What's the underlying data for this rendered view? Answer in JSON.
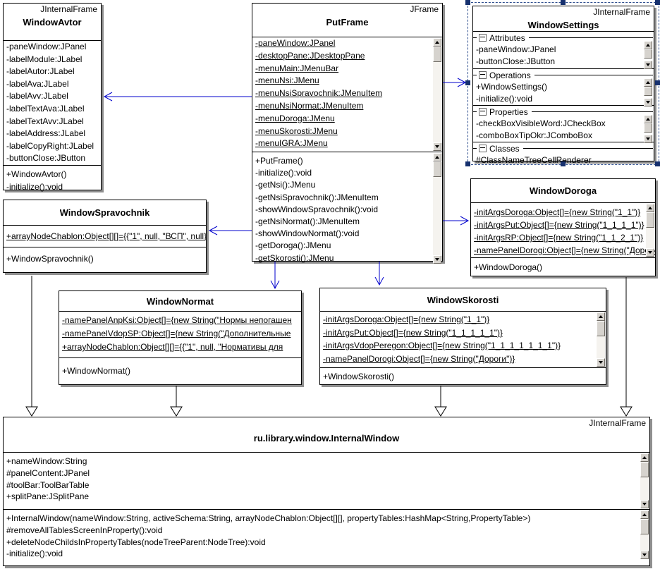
{
  "diagram_type": "uml-class-diagram",
  "colors": {
    "association_arrow": "#0000cc",
    "generalization_arrow": "#000000",
    "selection_handle": "#16306e",
    "selection_border": "#2e4e8e",
    "box_shadow": "#8f8f8f",
    "scrollbar_face": "#d6d3ce"
  },
  "icons": {
    "collapse": "minus-box",
    "scroll_up": "black-up-triangle",
    "scroll_down": "black-down-triangle"
  },
  "classes": {
    "windowAvtor": {
      "stereotype": "JInternalFrame",
      "name": "WindowAvtor",
      "attributes": [
        "-paneWindow:JPanel",
        "-labelModule:JLabel",
        "-labelAutor:JLabel",
        "-labelAva:JLabel",
        "-labelAvv:JLabel",
        "-labelTextAva:JLabel",
        "-labelTextAvv:JLabel",
        "-labelAddress:JLabel",
        "-labelCopyRight:JLabel",
        "-buttonClose:JButton"
      ],
      "methods": [
        "+WindowAvtor()",
        "-initialize():void"
      ]
    },
    "putFrame": {
      "stereotype": "JFrame",
      "name": "PutFrame",
      "attributes": [
        "-paneWindow:JPanel",
        "-desktopPane:JDesktopPane",
        "-menuMain:JMenuBar",
        "-menuNsi:JMenu",
        "-menuNsiSpravochnik:JMenuItem",
        "-menuNsiNormat:JMenuItem",
        "-menuDoroga:JMenu",
        "-menuSkorosti:JMenu",
        "-menuIGRA:JMenu"
      ],
      "methods": [
        "+PutFrame()",
        "-initialize():void",
        "-getNsi():JMenu",
        "-getNsiSpravochnik():JMenuItem",
        "-showWindowSpravochnik():void",
        "-getNsiNormat():JMenuItem",
        "-showWindowNormat():void",
        "-getDoroga():JMenu",
        "-getSkorosti():JMenu"
      ]
    },
    "windowSettings": {
      "stereotype": "JInternalFrame",
      "name": "WindowSettings",
      "groups": [
        {
          "label": "Attributes",
          "items": [
            "-paneWindow:JPanel",
            "-buttonClose:JButton"
          ]
        },
        {
          "label": "Operations",
          "items": [
            "+WindowSettings()",
            "-initialize():void"
          ]
        },
        {
          "label": "Properties",
          "items": [
            "-checkBoxVisibleWord:JCheckBox",
            "-comboBoxTipOkr:JComboBox"
          ]
        },
        {
          "label": "Classes",
          "items": [
            "#ClassNameTreeCellRenderer"
          ]
        }
      ]
    },
    "windowDoroga": {
      "name": "WindowDoroga",
      "attributes": [
        "-initArgsDoroga:Object[]={new String(\"1_1\")}",
        "-initArgsPut:Object[]={new String(\"1_1_1_1\")}",
        "-initArgsRP:Object[]={new String(\"1_1_2_1\")}",
        "-namePanelDorogi:Object[]={new String(\"Дороги\")}"
      ],
      "methods": [
        "+WindowDoroga()"
      ]
    },
    "windowSpravochnik": {
      "name": "WindowSpravochnik",
      "attributes": [
        "+arrayNodeChablon:Object[][]={{\"1\", null, \"ВСП\", null}}"
      ],
      "methods": [
        "+WindowSpravochnik()"
      ]
    },
    "windowNormat": {
      "name": "WindowNormat",
      "attributes": [
        "-namePanelAnpKsi:Object[]={new String(\"Нормы непогашен",
        "-namePanelVdopSP:Object[]={new String(\"Дополнительные",
        "+arrayNodeChablon:Object[][]={{\"1\", null, \"Нормативы для"
      ],
      "methods": [
        "+WindowNormat()"
      ]
    },
    "windowSkorosti": {
      "name": "WindowSkorosti",
      "attributes": [
        "-initArgsDoroga:Object[]={new String(\"1_1\")}",
        "-initArgsPut:Object[]={new String(\"1_1_1_1_1\")}",
        "-initArgsVdopPeregon:Object[]={new String(\"1_1_1_1_1_1_1\")}",
        "-namePanelDorogi:Object[]={new String(\"Дороги\")}"
      ],
      "methods": [
        "+WindowSkorosti()"
      ]
    },
    "internalWindow": {
      "stereotype": "JInternalFrame",
      "name": "ru.library.window.InternalWindow",
      "attributes": [
        "+nameWindow:String",
        "#panelContent:JPanel",
        "#toolBar:ToolBarTable",
        "+splitPane:JSplitPane"
      ],
      "methods": [
        "+InternalWindow(nameWindow:String, activeSchema:String, arrayNodeChablon:Object[][], propertyTables:HashMap<String,PropertyTable>)",
        "#removeAllTablesScreenInProperty():void",
        "+deleteNodeChildsInPropertyTables(nodeTreeParent:NodeTree):void",
        "-initialize():void"
      ]
    }
  },
  "relationships": [
    {
      "type": "association",
      "from": "PutFrame",
      "to": "WindowAvtor"
    },
    {
      "type": "association",
      "from": "PutFrame",
      "to": "WindowSettings"
    },
    {
      "type": "association",
      "from": "PutFrame",
      "to": "WindowSpravochnik"
    },
    {
      "type": "association",
      "from": "PutFrame",
      "to": "WindowDoroga"
    },
    {
      "type": "association",
      "from": "PutFrame",
      "to": "WindowNormat"
    },
    {
      "type": "association",
      "from": "PutFrame",
      "to": "WindowSkorosti"
    },
    {
      "type": "generalization",
      "from": "WindowSpravochnik",
      "to": "ru.library.window.InternalWindow"
    },
    {
      "type": "generalization",
      "from": "WindowNormat",
      "to": "ru.library.window.InternalWindow"
    },
    {
      "type": "generalization",
      "from": "WindowSkorosti",
      "to": "ru.library.window.InternalWindow"
    },
    {
      "type": "generalization",
      "from": "WindowDoroga",
      "to": "ru.library.window.InternalWindow"
    }
  ]
}
